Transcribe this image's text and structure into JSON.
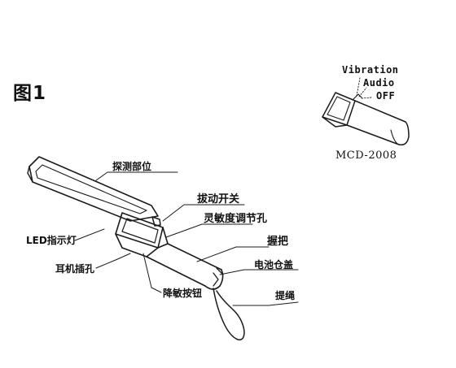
{
  "figure": {
    "title": "图1",
    "model": "MCD-2008"
  },
  "switch_modes": [
    "Vibration",
    "Audio",
    "OFF"
  ],
  "callouts": {
    "detect_head": "探测部位",
    "toggle_switch": "拔动开关",
    "sensitivity_hole": "灵敏度调节孔",
    "grip": "握把",
    "battery_cover": "电池仓盖",
    "lanyard": "提绳",
    "led_light": "LED指示灯",
    "earphone_jack": "耳机插孔",
    "reduce_sensitivity_button": "降敏按钮"
  }
}
